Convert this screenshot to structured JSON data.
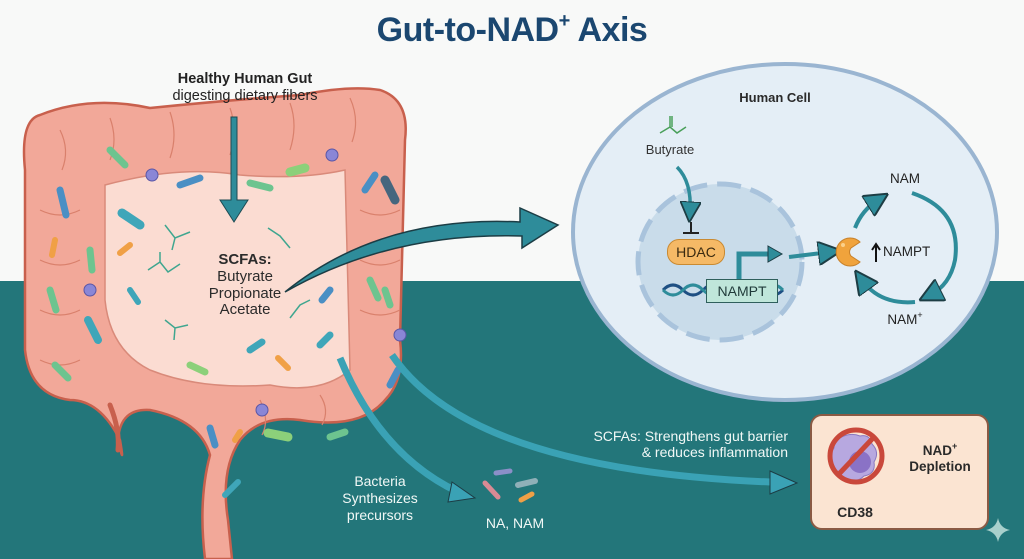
{
  "title": {
    "main": "Gut-to-NAD",
    "superscript": "+",
    "suffix": " Axis"
  },
  "colors": {
    "title": "#1b4770",
    "teal_band": "#23767a",
    "arrow": "#2e8c9a",
    "gut_tissue": "#ef9f8e",
    "cell_fill": "#e3eef6",
    "nucleus_fill": "#c9dcea",
    "enzyme": "#f0a33c",
    "cd38_box": "#fbe4d2",
    "prohibition": "#c9483b"
  },
  "gut": {
    "heading": "Healthy Human Gut",
    "subheading": "digesting dietary fibers",
    "scfa_heading": "SCFAs:",
    "scfa_items": [
      "Butyrate",
      "Propionate",
      "Acetate"
    ]
  },
  "cell": {
    "title": "Human Cell",
    "butyrate_label": "Butyrate",
    "hdac_label": "HDAC",
    "gene_label": "NAMPT",
    "enzyme_label": "NAMPT",
    "enzyme_trend_icon": "up-arrow",
    "cycle": {
      "top": "NAM",
      "bottom": "NAM",
      "bottom_sup": "+"
    }
  },
  "bottom": {
    "barrier_line1": "SCFAs: Strengthens gut barrier",
    "barrier_line2": "& reduces inflammation",
    "bacteria_line1": "Bacteria",
    "bacteria_line2": "Synthesizes",
    "bacteria_line3": "precursors",
    "precursors": "NA, NAM",
    "cd38": {
      "nad_main": "NAD",
      "nad_sup": "+",
      "nad_line2": "Depletion",
      "label": "CD38"
    }
  }
}
